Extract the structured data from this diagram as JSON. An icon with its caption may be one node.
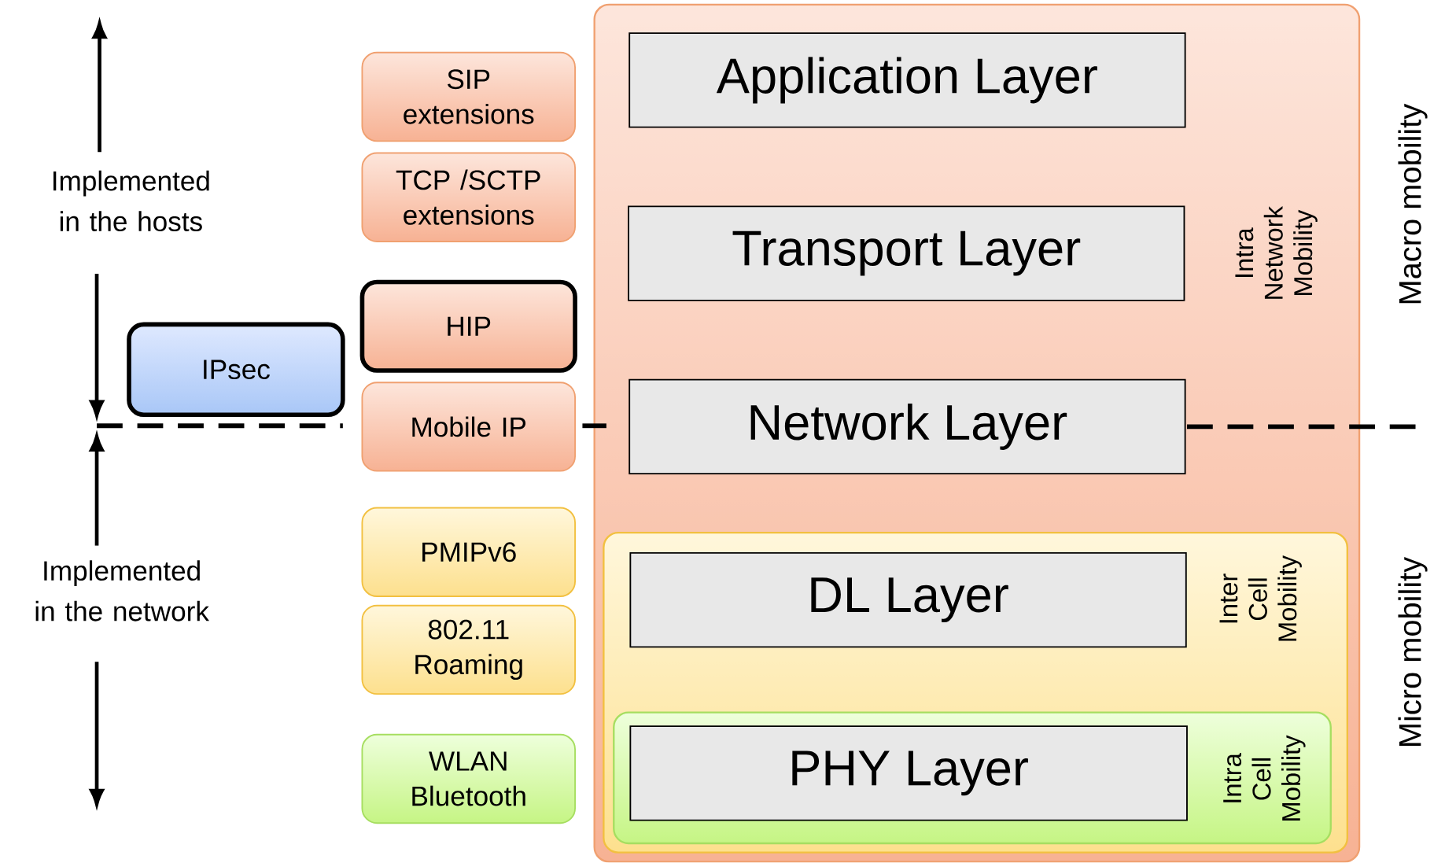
{
  "diagram": {
    "nodes": [
      {
        "text": [
          "Intra Network Mobility"
        ]
      },
      {
        "text": [
          "Inter Cell Mobility"
        ],
        "in": 0
      },
      {
        "text": [
          "Intra Cell Mobility"
        ],
        "in": 1
      },
      {
        "text": [
          "Application Layer"
        ],
        "in": 0
      },
      {
        "text": [
          "Transport Layer"
        ],
        "in": 0
      },
      {
        "text": [
          "Network Layer"
        ],
        "in": 0
      },
      {
        "text": [
          "DL Layer"
        ],
        "in": 1
      },
      {
        "text": [
          "PHY Layer"
        ],
        "in": 2
      },
      {
        "text": [
          "SIP extensions"
        ]
      },
      {
        "text": [
          "TCP /SCTP extensions"
        ]
      },
      {
        "text": [
          "HIP"
        ]
      },
      {
        "text": [
          "IPsec"
        ]
      },
      {
        "text": [
          "Mobile IP"
        ]
      },
      {
        "text": [
          "PMIPv6"
        ]
      },
      {
        "text": [
          "802.11 Roaming"
        ]
      },
      {
        "text": [
          "WLAN Bluetooth"
        ]
      }
    ],
    "labels": [
      "Implemented in the hosts",
      "Implemented in the network",
      "Macro mobility",
      "Micro mobility"
    ]
  }
}
